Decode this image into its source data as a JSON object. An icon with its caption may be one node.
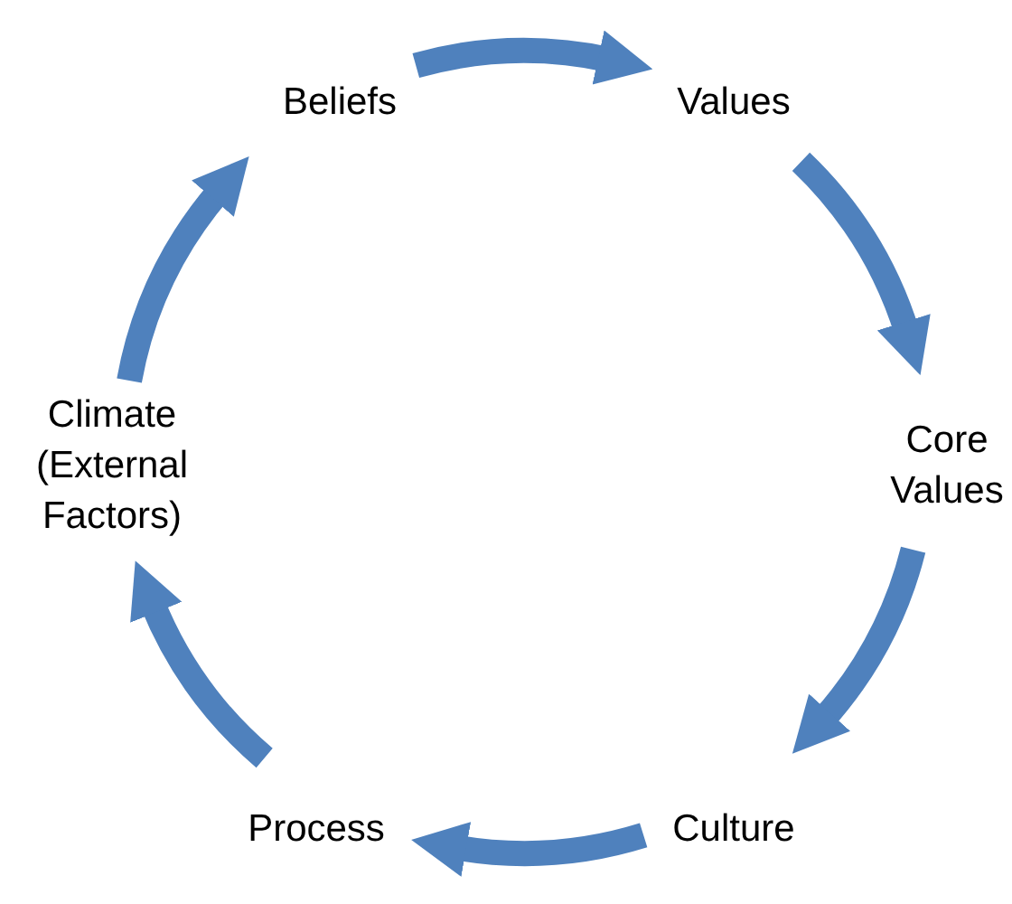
{
  "diagram": {
    "nodes": [
      {
        "text": [
          "Beliefs"
        ]
      },
      {
        "text": [
          "Values"
        ]
      },
      {
        "text": [
          "Core Values"
        ]
      },
      {
        "text": [
          "Culture"
        ]
      },
      {
        "text": [
          "Process"
        ]
      },
      {
        "text": [
          "Climate (External Factors)"
        ]
      }
    ],
    "edges": [
      {
        "from": 0,
        "to": 1,
        "arrow": "to"
      },
      {
        "from": 1,
        "to": 2,
        "arrow": "to"
      },
      {
        "from": 2,
        "to": 3,
        "arrow": "to"
      },
      {
        "from": 3,
        "to": 4,
        "arrow": "to"
      },
      {
        "from": 4,
        "to": 5,
        "arrow": "to"
      },
      {
        "from": 5,
        "to": 0,
        "arrow": "to"
      }
    ]
  }
}
